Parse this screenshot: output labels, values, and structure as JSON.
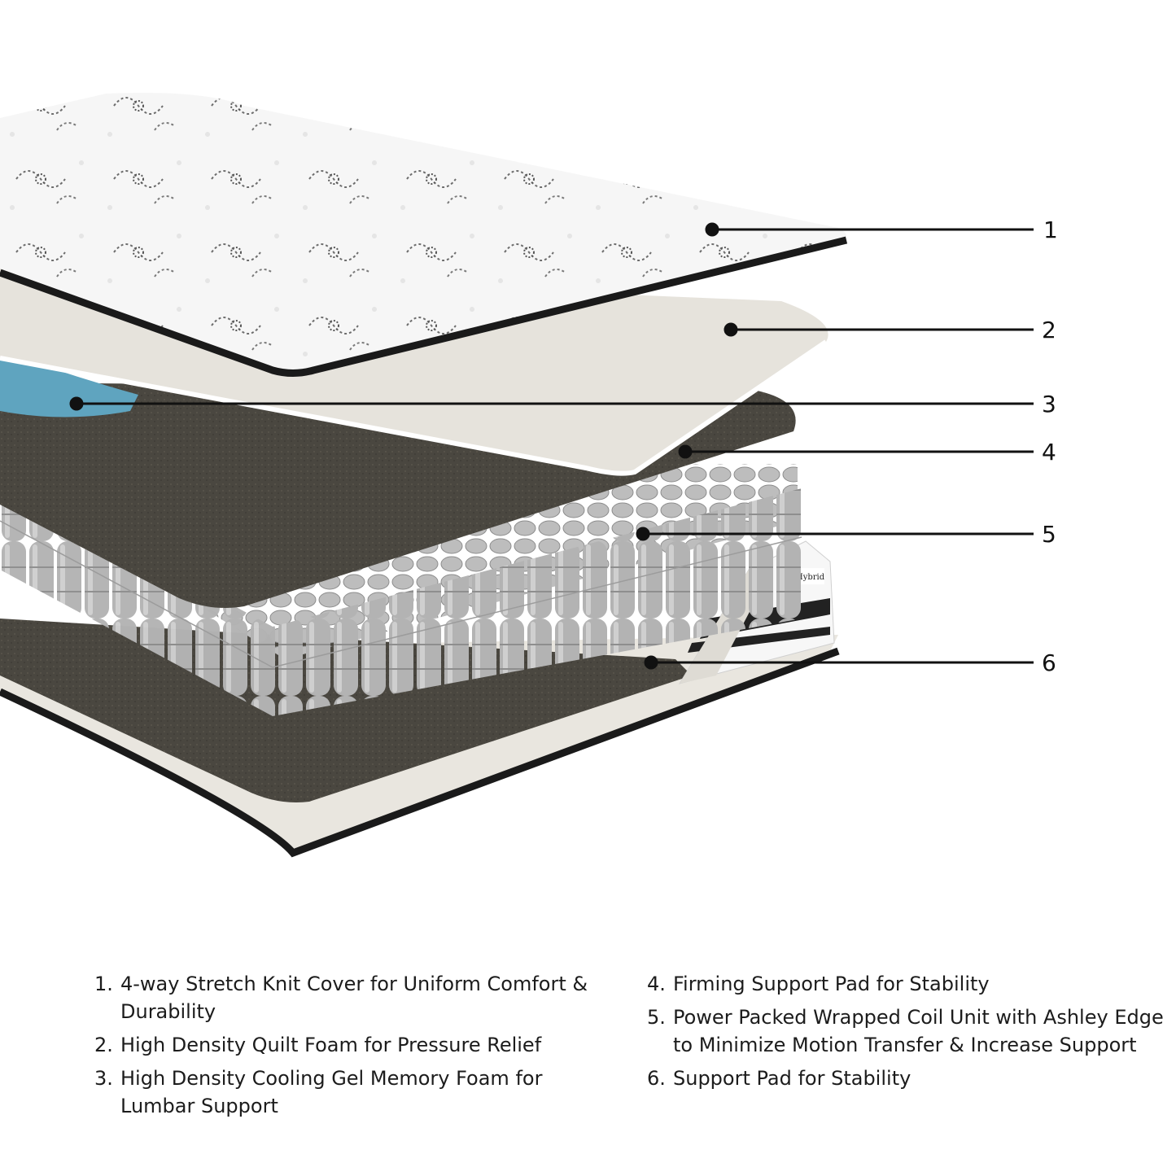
{
  "diagram": {
    "brand_tag": "Hybrid",
    "callouts": [
      "1",
      "2",
      "3",
      "4",
      "5",
      "6"
    ]
  },
  "legend": {
    "left": [
      {
        "num": "1.",
        "text": "4-way Stretch Knit Cover for Uniform Comfort & Durability"
      },
      {
        "num": "2.",
        "text": "High Density Quilt Foam for Pressure Relief"
      },
      {
        "num": "3.",
        "text": "High Density Cooling Gel Memory Foam for Lumbar Support"
      }
    ],
    "right": [
      {
        "num": "4.",
        "text": "Firming Support Pad for Stability"
      },
      {
        "num": "5.",
        "text": "Power Packed Wrapped Coil Unit with Ashley Edge to Minimize Motion Transfer & Increase Support"
      },
      {
        "num": "6.",
        "text": "Support Pad for Stability"
      }
    ]
  },
  "colors": {
    "cover": "#f4f4f4",
    "piping": "#1a1a1a",
    "quilt_foam": "#e6e3dc",
    "gel_foam": "#5fa4bf",
    "support_pad": "#4a4740",
    "coil": "#a9a9a9",
    "base": "#e9e6df"
  }
}
